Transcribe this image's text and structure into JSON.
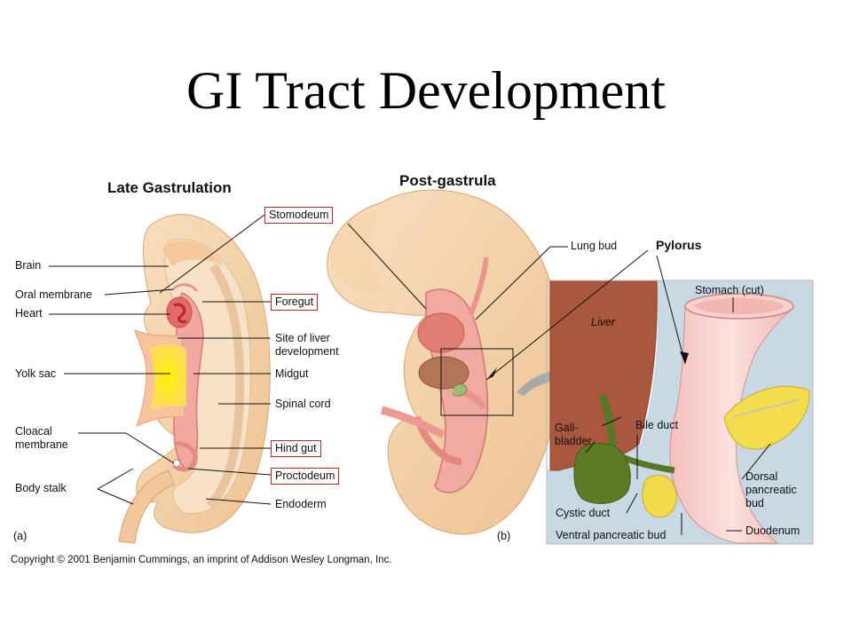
{
  "title": "GI Tract Development",
  "panel_a": {
    "heading": "Late Gastrulation",
    "tag": "(a)",
    "left_labels": {
      "brain": "Brain",
      "oral_membrane": "Oral membrane",
      "heart": "Heart",
      "yolk_sac": "Yolk sac",
      "cloacal_membrane_1": "Cloacal",
      "cloacal_membrane_2": "membrane",
      "body_stalk": "Body stalk"
    },
    "right_labels": {
      "stomodeum": "Stomodeum",
      "foregut": "Foregut",
      "liver_site_1": "Site of liver",
      "liver_site_2": "development",
      "midgut": "Midgut",
      "spinal_cord": "Spinal cord",
      "hind_gut": "Hind gut",
      "proctodeum": "Proctodeum",
      "endoderm": "Endoderm"
    },
    "boxed_color": "#c0282c"
  },
  "panel_b": {
    "heading": "Post-gastrula",
    "tag": "(b)",
    "labels": {
      "lung_bud": "Lung bud",
      "pylorus": "Pylorus",
      "liver": "Liver",
      "stomach_cut": "Stomach (cut)",
      "gall_1": "Gall-",
      "gall_2": "bladder",
      "bile_duct": "Bile duct",
      "cystic_duct": "Cystic duct",
      "ventral_pancreatic_bud": "Ventral pancreatic bud",
      "dorsal_1": "Dorsal",
      "dorsal_2": "pancreatic",
      "dorsal_3": "bud",
      "duodenum": "Duodenum"
    }
  },
  "copyright": "Copyright © 2001 Benjamin Cummings, an imprint of Addison Wesley Longman, Inc.",
  "colors": {
    "embryo_skin": "#f3d2ae",
    "embryo_inner": "#f7e0c8",
    "gut": "#ee9a93",
    "yolk": "#ffee1a",
    "liver": "#a4553c",
    "gallbladder": "#5e7a24",
    "pancreas": "#f2dc4c",
    "inset_bg": "#c8d9e3"
  }
}
